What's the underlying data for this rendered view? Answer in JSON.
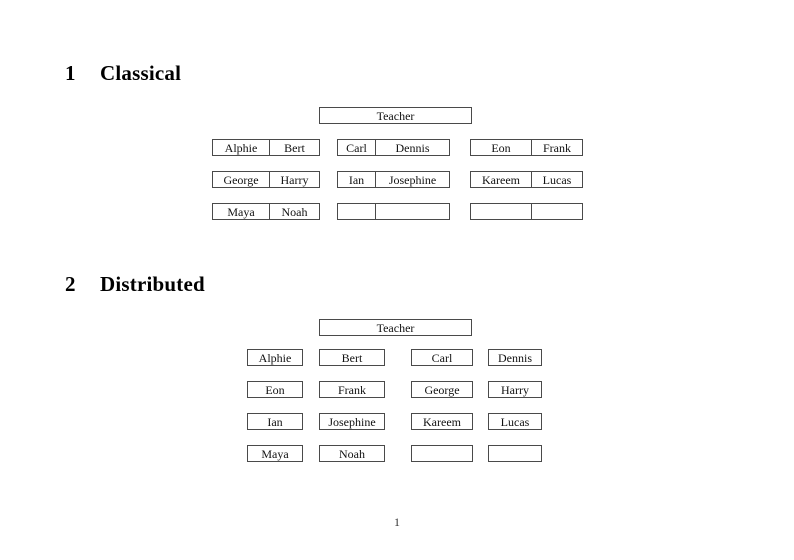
{
  "page_number": "1",
  "sections": [
    {
      "number": "1",
      "title": "Classical",
      "teacher": "Teacher",
      "rows": [
        [
          [
            "Alphie",
            "Bert"
          ],
          [
            "Carl",
            "Dennis"
          ],
          [
            "Eon",
            "Frank"
          ]
        ],
        [
          [
            "George",
            "Harry"
          ],
          [
            "Ian",
            "Josephine"
          ],
          [
            "Kareem",
            "Lucas"
          ]
        ],
        [
          [
            "Maya",
            "Noah"
          ],
          [
            "",
            ""
          ],
          [
            "",
            ""
          ]
        ]
      ]
    },
    {
      "number": "2",
      "title": "Distributed",
      "teacher": "Teacher",
      "rows": [
        [
          "Alphie",
          "Bert",
          "Carl",
          "Dennis"
        ],
        [
          "Eon",
          "Frank",
          "George",
          "Harry"
        ],
        [
          "Ian",
          "Josephine",
          "Kareem",
          "Lucas"
        ],
        [
          "Maya",
          "Noah",
          "",
          ""
        ]
      ]
    }
  ]
}
